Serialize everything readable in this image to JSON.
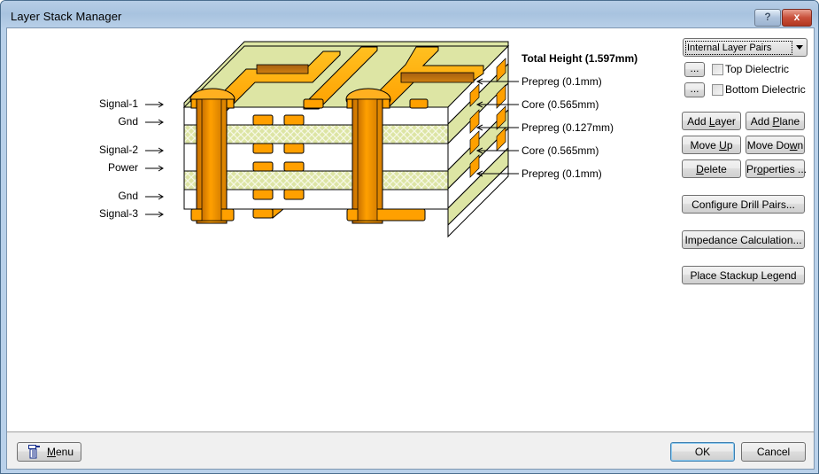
{
  "window": {
    "title": "Layer Stack Manager",
    "help_label": "?",
    "close_label": "x"
  },
  "diagram": {
    "layer_labels": [
      "Signal-1",
      "Gnd",
      "Signal-2",
      "Power",
      "Gnd",
      "Signal-3"
    ],
    "total_height": "Total Height (1.597mm)",
    "dielectric_labels": [
      "Prepreg (0.1mm)",
      "Core (0.565mm)",
      "Prepreg (0.127mm)",
      "Core (0.565mm)",
      "Prepreg (0.1mm)"
    ],
    "colors": {
      "copper": "#ffa000",
      "copper_dark": "#c87000",
      "dielectric": "#dde5a4",
      "board_top": "#dde5a4",
      "outline": "#000000"
    }
  },
  "panel": {
    "layer_pairs_select": {
      "value": "Internal Layer Pairs"
    },
    "top_dielectric": {
      "button": "...",
      "label": "Top Dielectric",
      "checked": false
    },
    "bottom_dielectric": {
      "button": "...",
      "label": "Bottom Dielectric",
      "checked": false
    },
    "buttons": {
      "add_layer": {
        "pre": "Add ",
        "key": "L",
        "post": "ayer"
      },
      "add_plane": {
        "pre": "Add ",
        "key": "P",
        "post": "lane"
      },
      "move_up": {
        "pre": "Move ",
        "key": "U",
        "post": "p"
      },
      "move_down": {
        "pre": "Move Do",
        "key": "w",
        "post": "n"
      },
      "delete": {
        "pre": "",
        "key": "D",
        "post": "elete"
      },
      "properties": {
        "pre": "Pr",
        "key": "o",
        "post": "perties ..."
      },
      "configure_drill_pairs": "Configure Drill Pairs...",
      "impedance_calculation": "Impedance Calculation...",
      "place_stackup_legend": "Place Stackup Legend"
    }
  },
  "footer": {
    "menu": {
      "key": "M",
      "post": "enu"
    },
    "ok": "OK",
    "cancel": "Cancel"
  }
}
